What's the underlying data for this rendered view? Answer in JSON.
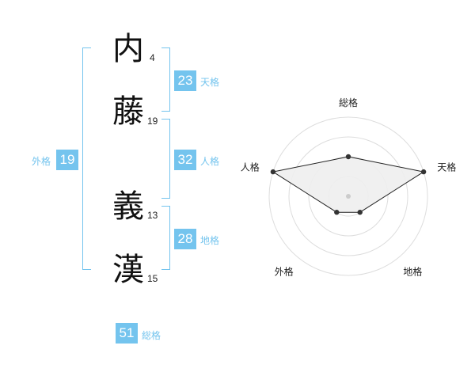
{
  "name_chars": [
    {
      "char": "内",
      "strokes": "4"
    },
    {
      "char": "藤",
      "strokes": "19"
    },
    {
      "char": "義",
      "strokes": "13"
    },
    {
      "char": "漢",
      "strokes": "15"
    }
  ],
  "fortunes": {
    "tenkaku": {
      "label": "天格",
      "value": "23"
    },
    "jinkaku": {
      "label": "人格",
      "value": "32"
    },
    "chikaku": {
      "label": "地格",
      "value": "28"
    },
    "gaikaku": {
      "label": "外格",
      "value": "19"
    },
    "soukaku": {
      "label": "総格",
      "value": "51"
    }
  },
  "colors": {
    "accent": "#74c4ee",
    "text": "#111111",
    "radar_fill": "#eeeeee"
  },
  "chart_data": {
    "type": "radar",
    "axes": [
      "総格",
      "天格",
      "地格",
      "外格",
      "人格"
    ],
    "values": [
      0.5,
      1.0,
      0.25,
      0.25,
      1.0
    ],
    "range": [
      0,
      1
    ],
    "rings": 4,
    "grid": true
  }
}
